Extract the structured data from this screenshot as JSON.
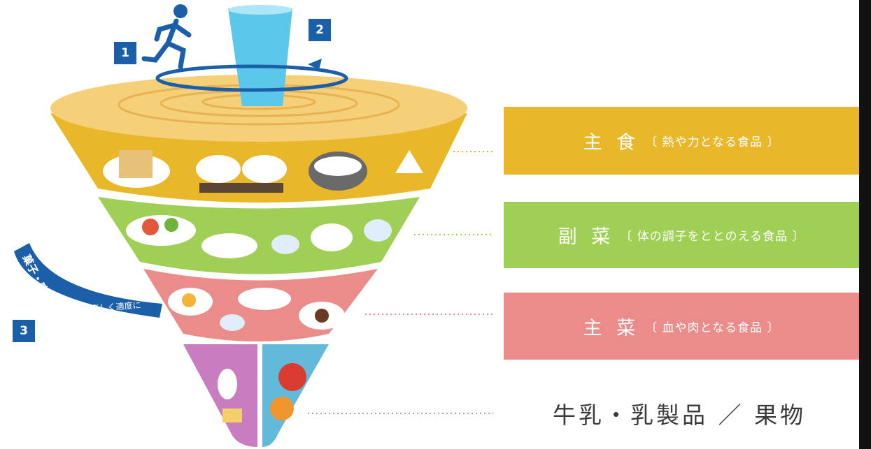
{
  "badges": {
    "one": "1",
    "two": "2",
    "three": "3"
  },
  "bands": {
    "staple": {
      "main": "主 食",
      "sub": "〔 熱や力となる食品 〕",
      "color": "#e9b72a"
    },
    "side": {
      "main": "副 菜",
      "sub": "〔 体の調子をととのえる食品 〕",
      "color": "#9fcf54"
    },
    "main_dish": {
      "main": "主 菜",
      "sub": "〔 血や肉となる食品 〕",
      "color": "#ea8c8a"
    }
  },
  "bottom_label": "牛乳・乳製品 ／ 果物",
  "sweets_ribbon": {
    "title": "菓子・嗜好飲料",
    "note": "楽しく適度に"
  },
  "icons": [
    "running-person-icon",
    "water-glass-icon",
    "rotation-arrow-icon"
  ],
  "colors": {
    "accent_blue": "#1a5fa8",
    "water_top": "#f6cf79",
    "staple": "#e9b72a",
    "side": "#9fcf54",
    "main_dish": "#ea8c8a",
    "dairy": "#c77dbf",
    "fruit": "#62b9d9"
  }
}
